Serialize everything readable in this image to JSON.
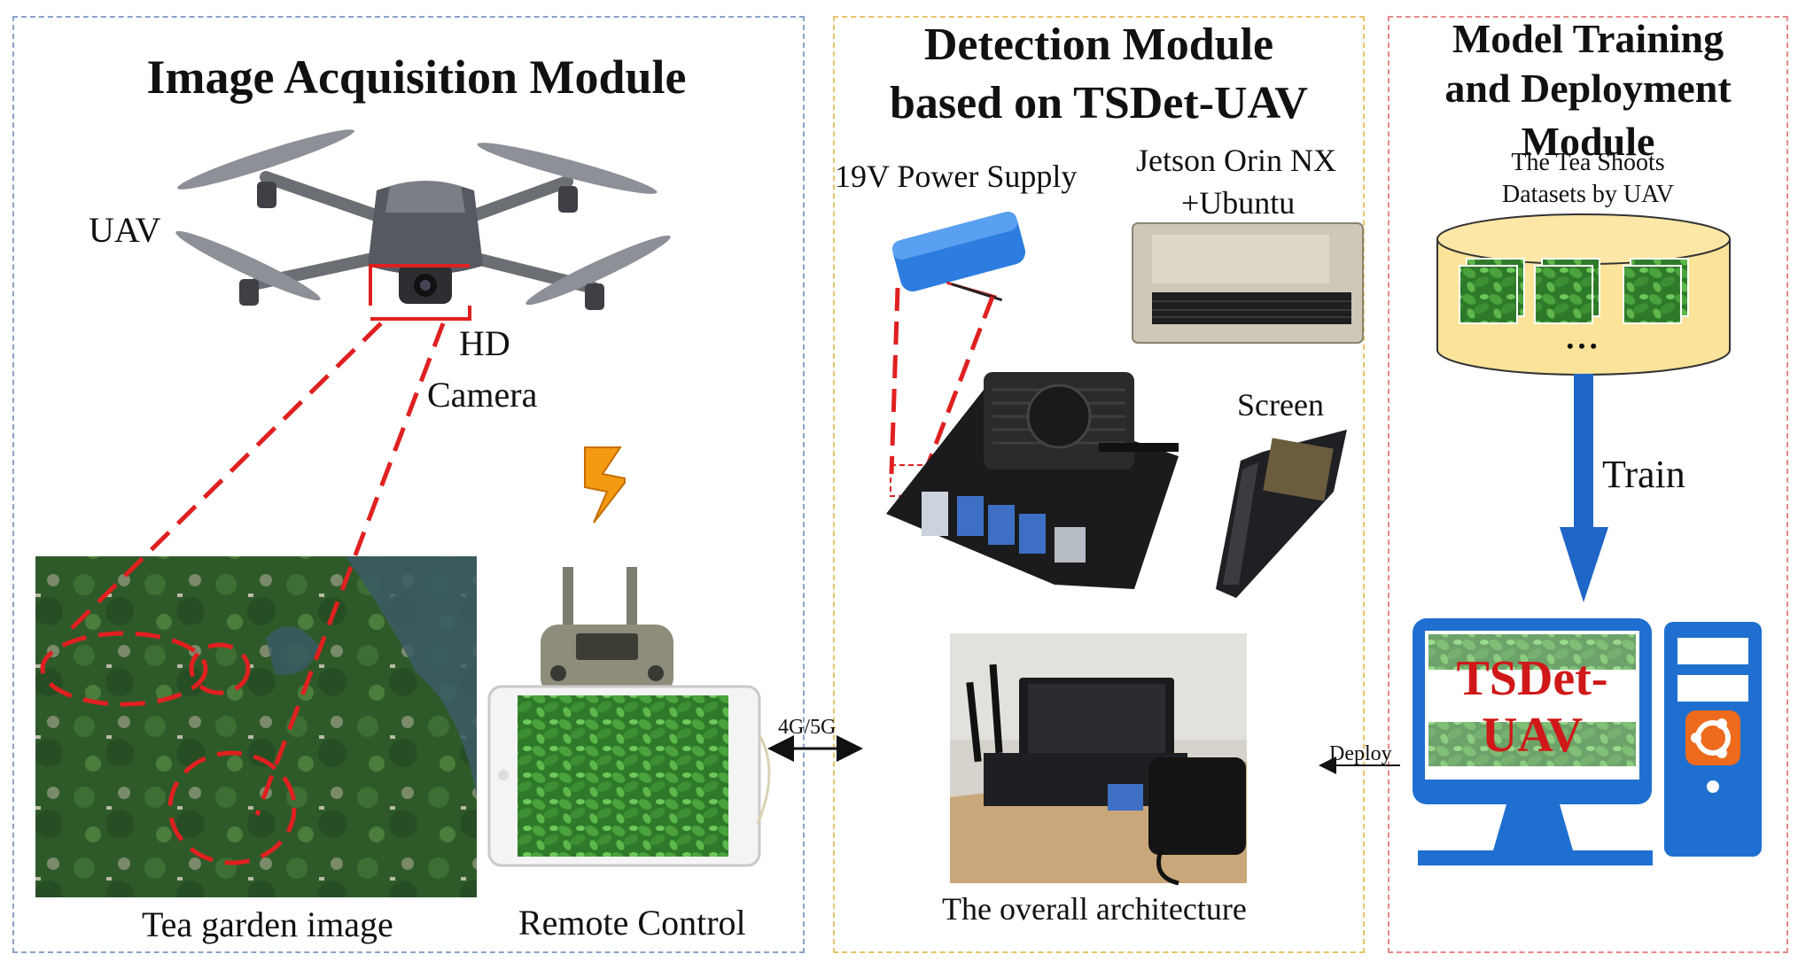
{
  "panels": {
    "acquisition": {
      "title": "Image Acquisition Module",
      "uav_label": "UAV",
      "camera_label_line1": "HD",
      "camera_label_line2": "Camera",
      "tea_garden_label": "Tea garden image",
      "remote_control_label": "Remote Control",
      "link_label": "4G/5G"
    },
    "detection": {
      "title_line1": "Detection Module",
      "title_line2": "based on TSDet-UAV",
      "power_label": "19V Power Supply",
      "jetson_line1": "Jetson Orin NX",
      "jetson_line2": "+Ubuntu",
      "screen_label": "Screen",
      "overall_label": "The overall architecture",
      "deploy_label": "Deploy"
    },
    "training": {
      "title_line1": "Model Training",
      "title_line2": "and Deployment",
      "title_line3": "Module",
      "dataset_line1": "The Tea Shoots",
      "dataset_line2": "Datasets by UAV",
      "ellipsis": "• • •",
      "train_label": "Train",
      "monitor_line1": "TSDet-",
      "monitor_line2": "UAV"
    }
  },
  "colors": {
    "acquisition_border": "#8aa3c8",
    "detection_border": "#e7c46a",
    "training_border": "#e88a8a",
    "red_dash": "#e02020",
    "arrow_blue": "#1f66c7",
    "dataset_fill": "#fbe39a",
    "computer_blue": "#1f6fd0",
    "ubuntu_orange": "#ee6a1c",
    "lightning": "#f39a12"
  },
  "icons": [
    "drone-icon",
    "lightning-icon",
    "remote-controller-icon",
    "battery-icon",
    "jetson-module-icon",
    "jetson-board-icon",
    "screen-icon",
    "database-icon",
    "monitor-icon",
    "computer-tower-icon",
    "ubuntu-logo-icon"
  ]
}
